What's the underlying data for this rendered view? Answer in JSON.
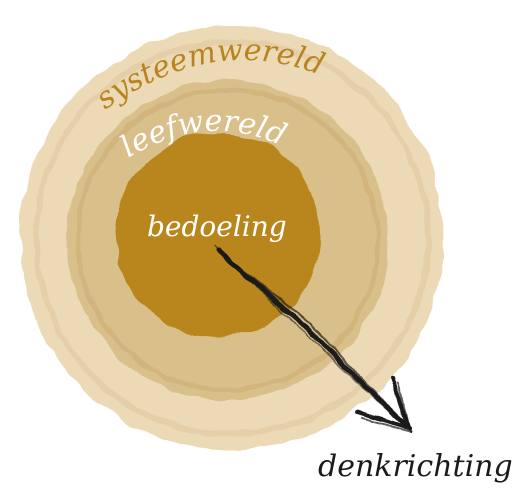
{
  "diagram": {
    "rings": [
      {
        "label": "systeemwereld",
        "fill": "#ecd9b5",
        "label_color": "#b8841f"
      },
      {
        "label": "leefwereld",
        "fill": "#d9bf8a",
        "label_color": "#ffffff"
      },
      {
        "label": "bedoeling",
        "fill": "#b8861b",
        "label_color": "#ffffff"
      }
    ],
    "arrow": {
      "label": "denkrichting",
      "color": "#1a1a1a"
    }
  }
}
